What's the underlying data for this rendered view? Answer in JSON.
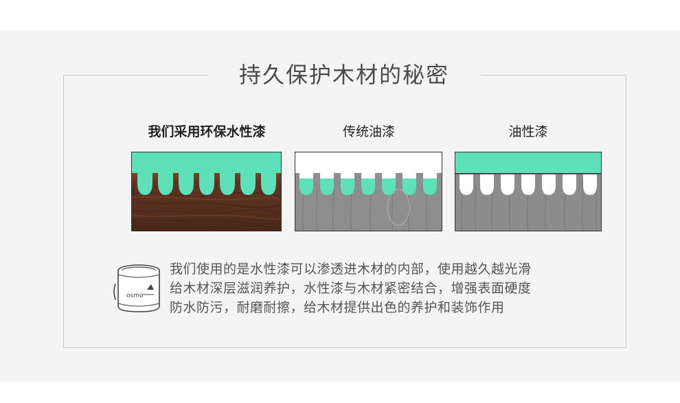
{
  "section": {
    "title": "持久保护木材的秘密"
  },
  "comparison": {
    "panels": [
      {
        "label": "我们采用环保水性漆",
        "surface": "wood-dark",
        "coating": "penetrating-full"
      },
      {
        "label": "传统油漆",
        "surface": "wood-gray",
        "coating": "surface-film-partial"
      },
      {
        "label": "油性漆",
        "surface": "wood-gray",
        "coating": "surface-film-no-penetration"
      }
    ]
  },
  "description": {
    "lines": [
      "我们使用的是水性漆可以渗透进木材的内部，使用越久越光滑",
      "给木材深层滋润养护，水性漆与木材紧密结合，增强表面硬度",
      "防水防污，耐磨耐擦，给木材提供出色的养护和装饰作用"
    ]
  },
  "product": {
    "can_brand": "osmo"
  },
  "colors": {
    "coating": "#5ee0b8",
    "wood_dark": "#6b3a22",
    "wood_gray": "#8e8e8e",
    "background": "#f4f4f4",
    "border": "#c9c9c9"
  }
}
